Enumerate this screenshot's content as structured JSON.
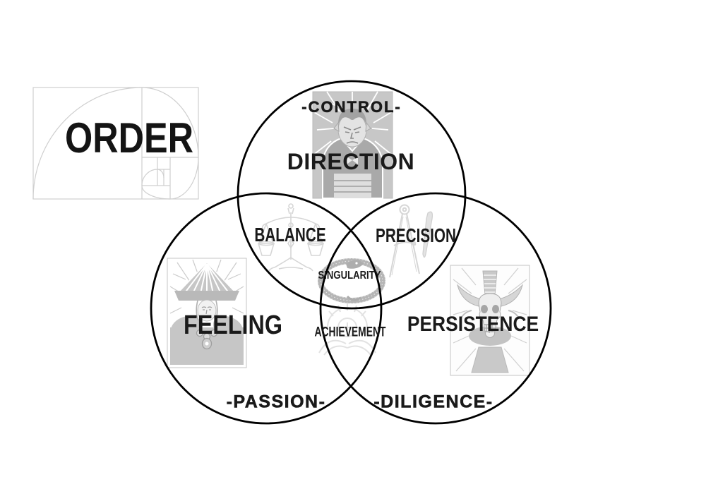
{
  "poster_title": "ORDER",
  "colors": {
    "background": "#ffffff",
    "circle_stroke": "#000000",
    "text": "#1a1a1a",
    "illustration_fill_gray": "#c7c7c7",
    "illustration_line_gray": "#d6d6d6",
    "faint_emblem_gray": "#e2e2e2"
  },
  "order_box": {
    "label": "ORDER",
    "figure": "golden-ratio-spiral"
  },
  "venn": {
    "circles": [
      {
        "name": "direction",
        "label": "DIRECTION",
        "outer_label": "-CONTROL-",
        "icon": "ruler-card-illustration"
      },
      {
        "name": "feeling",
        "label": "FEELING",
        "outer_label": "-PASSION-",
        "icon": "priestess-card-illustration"
      },
      {
        "name": "persistence",
        "label": "PERSISTENCE",
        "outer_label": "-DILIGENCE-",
        "icon": "horned-skull-card-illustration"
      }
    ],
    "overlaps": [
      {
        "name": "direction-feeling",
        "label": "BALANCE",
        "icon": "balance-scales-icon"
      },
      {
        "name": "direction-persistence",
        "label": "PRECISION",
        "icon": "drafting-compass-icon"
      },
      {
        "name": "feeling-persistence",
        "label": "ACHIEVEMENT",
        "icon": "laurel-emblem-icon"
      },
      {
        "name": "center",
        "label": "SINGULARITY",
        "icon": "ouroboros-icon"
      }
    ]
  }
}
